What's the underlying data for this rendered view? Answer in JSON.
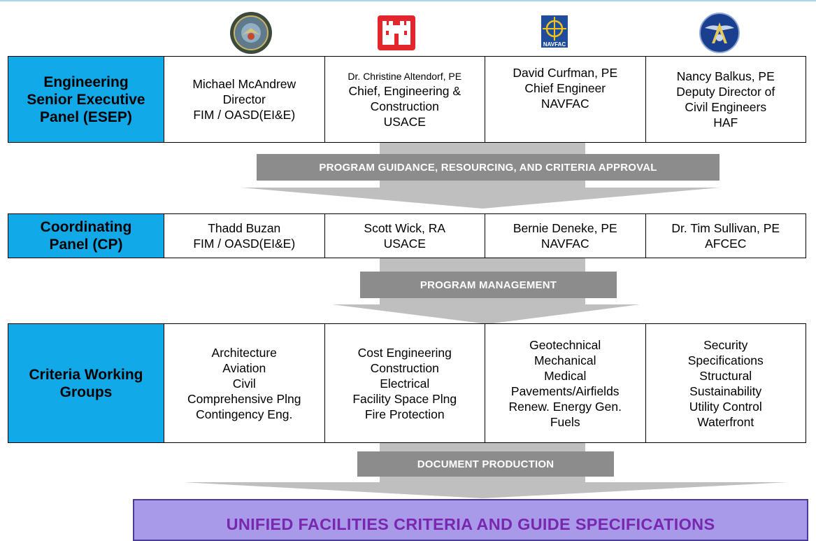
{
  "logos": {
    "dod_icon": "dod-seal-icon",
    "usace_icon": "usace-castle-icon",
    "navfac_icon": "navfac-icon",
    "navfac_text": "NAVFAC",
    "af_icon": "air-force-civil-engineer-icon"
  },
  "esep": {
    "label": [
      "Engineering",
      "Senior Executive",
      "Panel (ESEP)"
    ],
    "members": [
      {
        "lines": [
          "Michael McAndrew",
          "Director",
          "FIM / OASD(EI&E)"
        ]
      },
      {
        "first_small": "Dr. Christine Altendorf, PE",
        "lines": [
          "Chief, Engineering &",
          "Construction",
          "USACE"
        ]
      },
      {
        "lines": [
          "David Curfman, PE",
          "Chief Engineer",
          "NAVFAC"
        ]
      },
      {
        "lines": [
          "Nancy Balkus, PE",
          "Deputy Director of",
          "Civil Engineers",
          "HAF"
        ]
      }
    ]
  },
  "flow1": {
    "label": "PROGRAM GUIDANCE, RESOURCING, AND CRITERIA APPROVAL"
  },
  "cp": {
    "label": [
      "Coordinating",
      "Panel (CP)"
    ],
    "members": [
      {
        "lines": [
          "Thadd Buzan",
          "FIM / OASD(EI&E)"
        ]
      },
      {
        "lines": [
          "Scott Wick, RA",
          "USACE"
        ]
      },
      {
        "lines": [
          "Bernie Deneke, PE",
          "NAVFAC"
        ]
      },
      {
        "lines": [
          "Dr. Tim Sullivan, PE",
          "AFCEC"
        ]
      }
    ]
  },
  "flow2": {
    "label": "PROGRAM MANAGEMENT"
  },
  "cwg": {
    "label": [
      "Criteria Working",
      "Groups"
    ],
    "groups": [
      {
        "lines": [
          "Architecture",
          "Aviation",
          "Civil",
          "Comprehensive Plng",
          "Contingency Eng."
        ]
      },
      {
        "lines": [
          "Cost Engineering",
          "Construction",
          "Electrical",
          "Facility Space Plng",
          "Fire Protection"
        ]
      },
      {
        "lines": [
          "Geotechnical",
          "Mechanical",
          "Medical",
          "Pavements/Airfields",
          "Renew. Energy Gen.",
          "Fuels"
        ]
      },
      {
        "lines": [
          "Security",
          "Specifications",
          "Structural",
          "Sustainability",
          "Utility Control",
          "Waterfront"
        ]
      }
    ]
  },
  "flow3": {
    "label": "DOCUMENT PRODUCTION"
  },
  "output": {
    "label": "UNIFIED FACILITIES CRITERIA  AND GUIDE SPECIFICATIONS"
  },
  "colors": {
    "panel_label_bg": "#12a9e8",
    "banner_bg": "#8c8c8c",
    "arrow_fill": "#bfbfbf",
    "output_bg": "#a89ae8",
    "output_text": "#7a27b0"
  }
}
